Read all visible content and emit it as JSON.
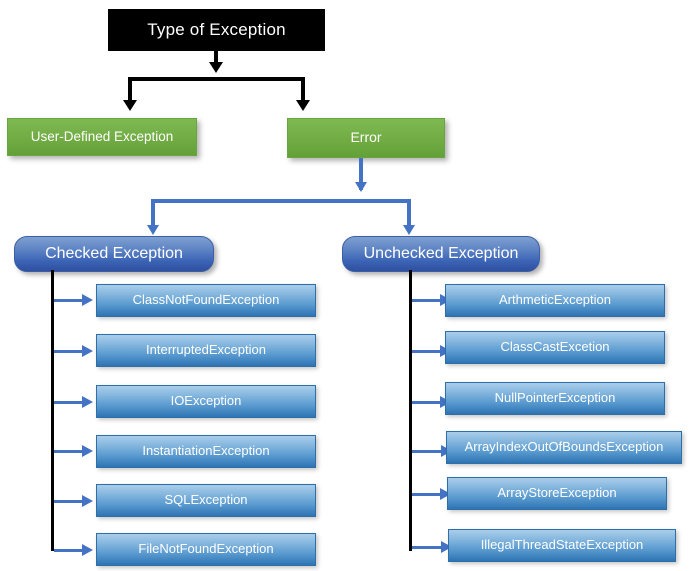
{
  "diagram": {
    "title": "Type of Exception",
    "root": {
      "label": "Type of Exception"
    },
    "level1": [
      {
        "label": "User-Defined Exception"
      },
      {
        "label": "Error"
      }
    ],
    "categories": [
      {
        "label": "Checked Exception"
      },
      {
        "label": "Unchecked Exception"
      }
    ],
    "checked_children": [
      {
        "label": "ClassNotFoundException"
      },
      {
        "label": "InterruptedException"
      },
      {
        "label": "IOException"
      },
      {
        "label": "InstantiationException"
      },
      {
        "label": "SQLException"
      },
      {
        "label": "FileNotFoundException"
      }
    ],
    "unchecked_children": [
      {
        "label": "ArthmeticException"
      },
      {
        "label": "ClassCastExcetion"
      },
      {
        "label": "NullPointerException"
      },
      {
        "label": "ArrayIndexOutOfBoundsException"
      },
      {
        "label": "ArrayStoreException"
      },
      {
        "label": "IllegalThreadStateException"
      }
    ],
    "colors": {
      "root_bg": "#000000",
      "green_bg": "#70ad47",
      "category_bg": "#3a63b5",
      "leaf_bg_top": "#a9cdea",
      "leaf_bg_bottom": "#2e74b3",
      "connector_black": "#000000",
      "connector_blue": "#4472c4",
      "text": "#ffffff",
      "page_bg": "#ffffff"
    }
  }
}
